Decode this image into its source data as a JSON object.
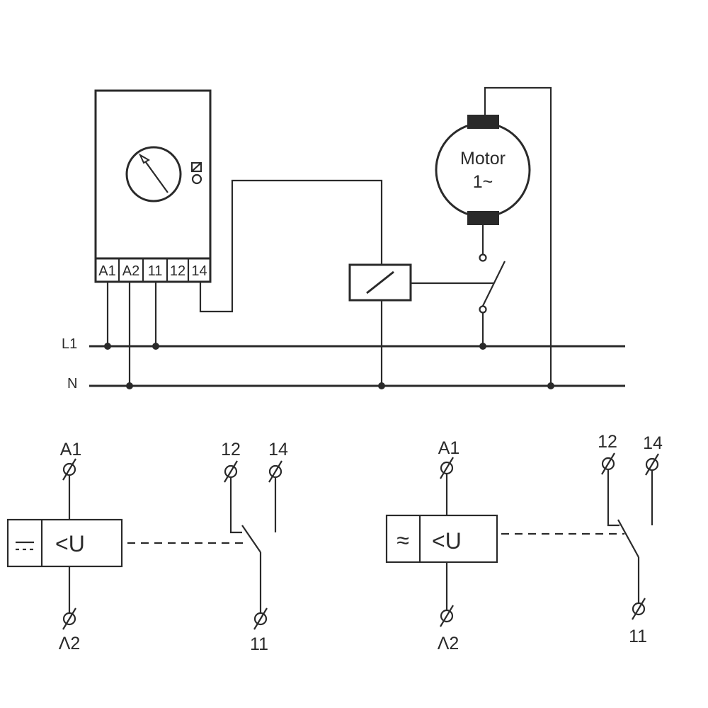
{
  "relay_unit": {
    "terminals": [
      "A1",
      "A2",
      "11",
      "12",
      "14"
    ]
  },
  "rails": {
    "line": "L1",
    "neutral": "N"
  },
  "motor": {
    "label": "Motor",
    "phase": "1~"
  },
  "dc_symbol": {
    "function": "<U",
    "top_terminal": "A1",
    "bottom_terminal": "Λ2",
    "contact_nc": "12",
    "contact_no": "14",
    "contact_common": "11"
  },
  "ac_symbol": {
    "function": "<U",
    "supply_glyph": "≈",
    "top_terminal": "A1",
    "bottom_terminal": "Λ2",
    "contact_nc": "12",
    "contact_no": "14",
    "contact_common": "11"
  },
  "colors": {
    "ink": "#2a2a2a",
    "background": "#ffffff"
  }
}
